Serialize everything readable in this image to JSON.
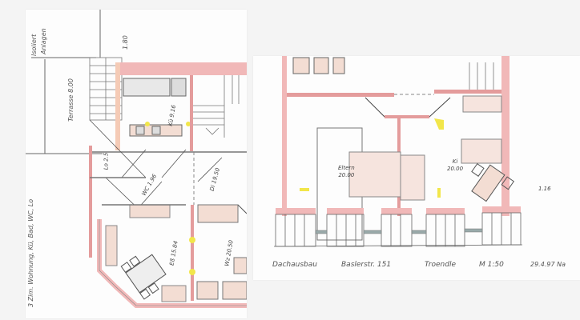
{
  "drawing": {
    "type": "hand-drawn floor plan",
    "colors": {
      "paper": "#fdfdfd",
      "background": "#f4f4f4",
      "wall_fill": "#f1b8b8",
      "wall_fill_light": "#f7d9d4",
      "ink": "#555555",
      "highlight": "#f2e64a",
      "furniture": "#f3ddd3"
    }
  },
  "left_sheet": {
    "side_label": "3 Zim. Wohnung, Kü, Bad, WC, Lo",
    "top_label_line1": "Isoliert",
    "top_label_line2": "Anlagen",
    "dimension_top": "1.80",
    "terrace_label": "Terrasse 8.00",
    "rooms": [
      {
        "name": "Kü",
        "area": "9.16"
      },
      {
        "name": "Lo",
        "area": "2.5"
      },
      {
        "name": "WC",
        "area": "1.96"
      },
      {
        "name": "Di",
        "area": "19.50"
      },
      {
        "name": "Eß",
        "area": "15.84"
      },
      {
        "name": "Wz",
        "area": "20.50"
      }
    ]
  },
  "right_sheet": {
    "rooms": [
      {
        "name": "Eltern",
        "area": "20.00"
      },
      {
        "name": "Ki",
        "area": "20.00"
      }
    ],
    "dimension_right": "1.16",
    "caption": {
      "title": "Dachausbau",
      "address": "Baslerstr. 151",
      "owner": "Troendle",
      "scale": "M 1:50",
      "date": "29.4.97 Na"
    }
  }
}
